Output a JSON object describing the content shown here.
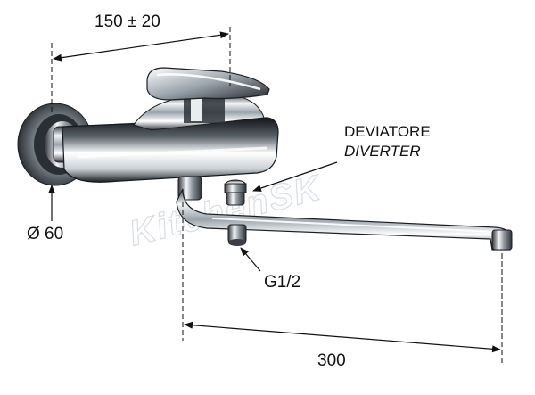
{
  "labels": {
    "width_dim": "150 ± 20",
    "diameter": "Ø 60",
    "diverter_it": "DEVIATORE",
    "diverter_en": "DIVERTER",
    "thread": "G1/2",
    "spout_dim": "300"
  },
  "watermark": "KitchenSK",
  "colors": {
    "ink": "#111111",
    "chrome_dark": "#3a3f45",
    "chrome_mid": "#9aa3ab",
    "chrome_light": "#f4f6f8",
    "watermark": "#d7dde3"
  }
}
